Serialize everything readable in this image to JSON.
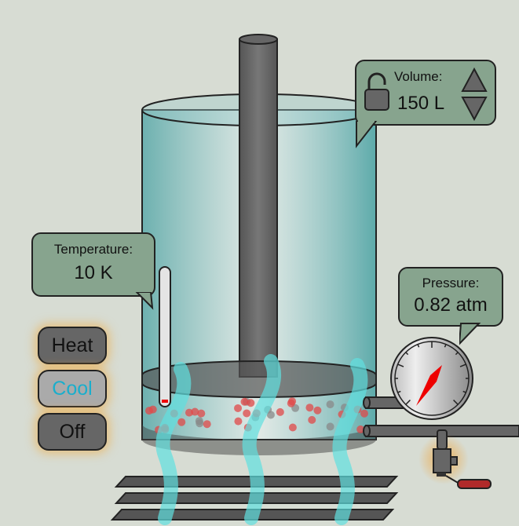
{
  "temperature": {
    "label": "Temperature:",
    "value": "10 K"
  },
  "volume": {
    "label": "Volume:",
    "value": "150 L",
    "locked": false
  },
  "pressure": {
    "label": "Pressure:",
    "value": "0.82 atm"
  },
  "heater": {
    "buttons": [
      {
        "label": "Heat"
      },
      {
        "label": "Cool"
      },
      {
        "label": "Off"
      }
    ],
    "active": "Cool"
  },
  "colors": {
    "background": "#d7dcd3",
    "bubble": "#87a48e",
    "particle": "#e04848",
    "active_text": "#1aaecc"
  }
}
